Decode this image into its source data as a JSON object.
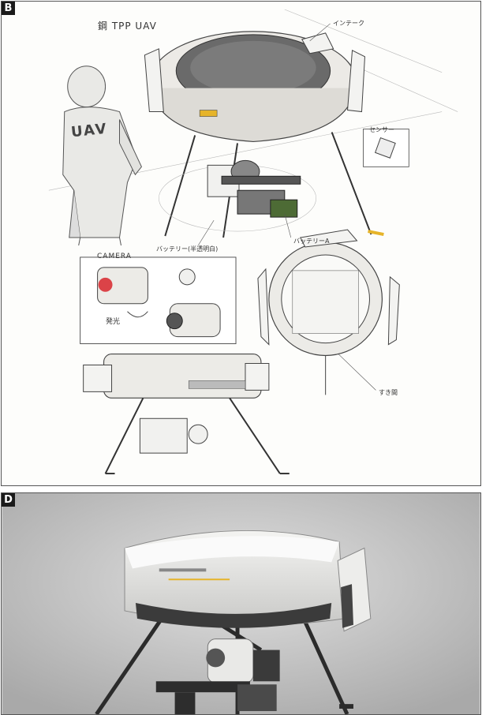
{
  "panels": {
    "b": {
      "label": "B"
    },
    "d": {
      "label": "D"
    }
  },
  "sketch": {
    "title": "鋼 TPP UAV",
    "intake": "インテーク",
    "sensor": "センサー",
    "battery_a": "バッテリーA",
    "battery": "バッテリー(半透明白)",
    "camera": "CAMERA",
    "glow": "発光",
    "gap": "すき間",
    "uav_back_text": "UAV"
  },
  "colors": {
    "panel_label_bg": "#1a1a1a",
    "photo_bg": "#cfcfcf",
    "camera_red": "#d8262b",
    "ammo_green": "#4d6b35",
    "foot_yellow": "#e6b42a"
  }
}
